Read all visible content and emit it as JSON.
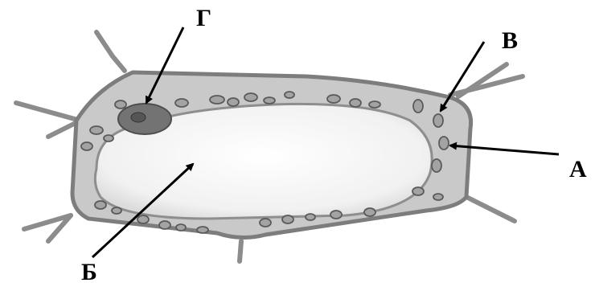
{
  "labels": {
    "g": "Г",
    "v": "В",
    "a": "А",
    "b": "Б"
  },
  "colors": {
    "wall": "#8c8c8c",
    "cytoplasm": "#c8c8c8",
    "vacuole": "#f4f4f4",
    "nucleus": "#6e6e6e",
    "chloroplast": "#9a9a9a",
    "arrow": "#000000"
  }
}
